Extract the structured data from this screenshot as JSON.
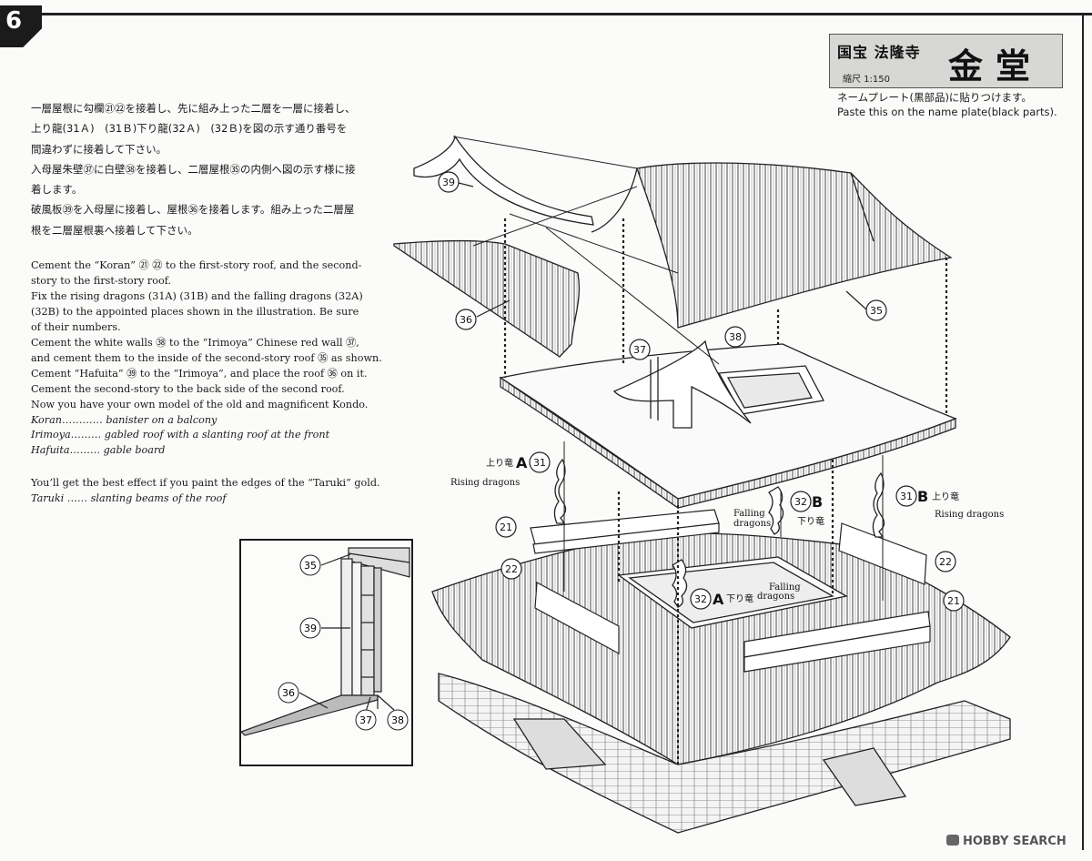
{
  "step": {
    "number": "6"
  },
  "instructions_jp": [
    "一層屋根に勾欄㉑㉒を接着し、先に組み上った二層を一層に接着し、",
    "上り龍(31Ａ)　(31Ｂ)下り龍(32Ａ)　(32Ｂ)を図の示す通り番号を",
    "間違わずに接着して下さい。",
    "入母屋朱壁㊲に白壁㊳を接着し、二層屋根㉟の内側へ図の示す様に接",
    "着します。",
    "破風板㊴を入母屋に接着し、屋根㊱を接着します。組み上った二層屋",
    "根を二層屋根裏へ接着して下さい。"
  ],
  "instructions_en": [
    "Cement the “Koran” ㉑ ㉒ to the first-story roof, and the second-",
    "story to the first-story roof.",
    "Fix the rising dragons (31A) (31B) and the falling dragons (32A)",
    "(32B) to the appointed places shown in the illustration.  Be sure",
    "of their numbers.",
    "Cement the white walls ㊳ to the “Irimoya” Chinese red wall ㊲,",
    "and cement them to the inside of the second-story roof ㉟ as shown.",
    "Cement “Hafuita” ㊴ to the “Irimoya”, and place the roof ㊱ on it.",
    "Cement the second-story to the back side of the second roof.",
    "Now you have your own model of the old and magnificent Kondo."
  ],
  "glossary": [
    "Koran………… banister on a balcony",
    "Irimoya……… gabled roof with a slanting roof at the front",
    "Hafuita……… gable board"
  ],
  "paint_tip": "You’ll get the best effect if you paint the edges of the “Taruki” gold.",
  "glossary_taruki": "Taruki …… slanting beams of the roof",
  "name_plate": {
    "small": "国宝 法隆寺",
    "big": "金堂",
    "scale": "縮尺 1:150",
    "note_jp": "ネームプレート(黒部品)に貼りつけます。",
    "note_en": "Paste this on the name plate(black parts)."
  },
  "callouts": {
    "p35": "35",
    "p36": "36",
    "p37": "37",
    "p38": "38",
    "p39": "39",
    "p21": "21",
    "p22": "22",
    "p31": "31",
    "p32": "32"
  },
  "labels": {
    "rising_jp": "上り竜",
    "falling_jp": "下り竜",
    "rising_en": "Rising dragons",
    "falling_en_1": "Falling",
    "falling_en_2": "dragons",
    "letter_a": "A",
    "letter_b": "B"
  },
  "watermark": "HOBBY SEARCH"
}
